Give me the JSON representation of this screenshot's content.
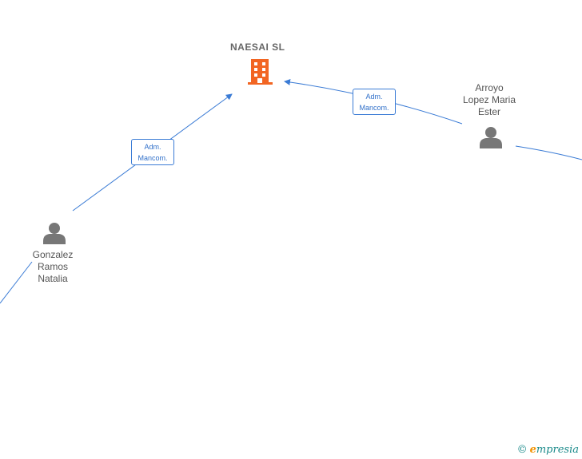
{
  "company": {
    "name": "NAESAI  SL",
    "icon": "building-icon",
    "color": "#f26522"
  },
  "persons": [
    {
      "id": "gonzalez",
      "name_lines": [
        "Gonzalez",
        "Ramos",
        "Natalia"
      ],
      "icon": "person-icon"
    },
    {
      "id": "arroyo",
      "name_lines": [
        "Arroyo",
        "Lopez Maria",
        "Ester"
      ],
      "icon": "person-icon"
    }
  ],
  "edges": [
    {
      "from": "gonzalez",
      "to": "company",
      "label_lines": [
        "Adm.",
        "Mancom."
      ]
    },
    {
      "from": "arroyo",
      "to": "company",
      "label_lines": [
        "Adm.",
        "Mancom."
      ]
    }
  ],
  "colors": {
    "edge": "#3a7bd5",
    "person_icon": "#777777"
  },
  "watermark": {
    "copyright": "©",
    "brand_initial": "e",
    "brand_rest": "mpresia"
  }
}
